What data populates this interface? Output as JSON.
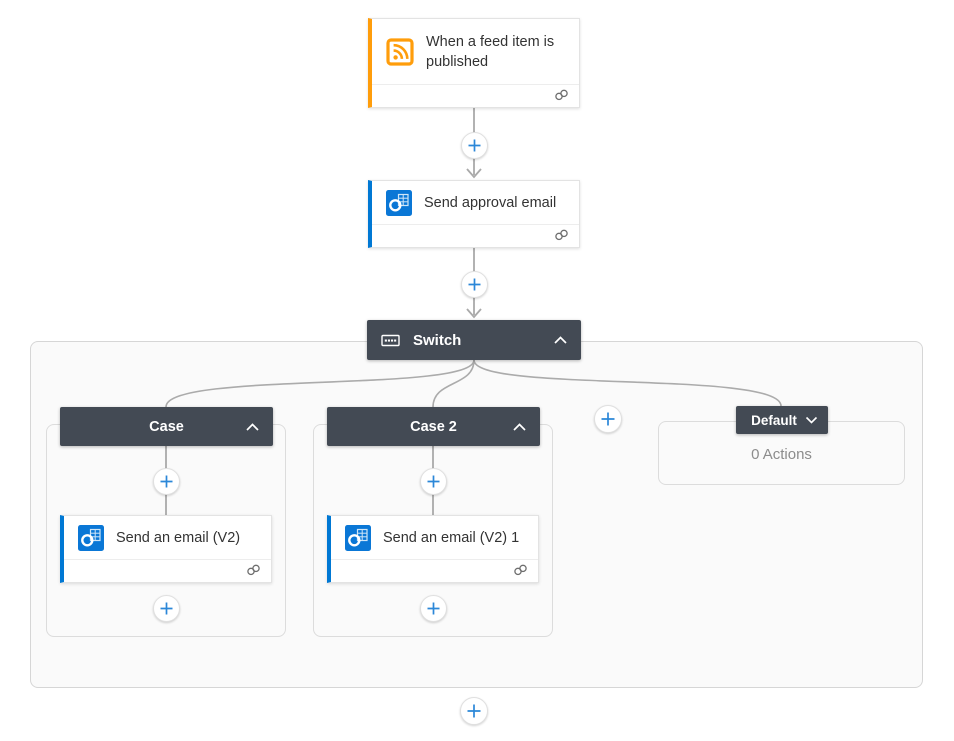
{
  "flow": {
    "trigger": {
      "title": "When a feed item is published"
    },
    "approval_action": {
      "title": "Send approval email"
    },
    "switch": {
      "label": "Switch",
      "cases": [
        {
          "label": "Case",
          "action": {
            "title": "Send an email (V2)"
          }
        },
        {
          "label": "Case 2",
          "action": {
            "title": "Send an email (V2) 1"
          }
        }
      ],
      "default_branch": {
        "label": "Default",
        "empty_text": "0 Actions"
      }
    }
  },
  "icons": {
    "trigger": "rss-icon",
    "email_action": "outlook-icon",
    "switch_header": "switch-keys-icon",
    "expanded": "chevron-up-icon",
    "collapsed": "chevron-down-icon",
    "connection": "link-icon",
    "insert": "plus-icon"
  },
  "colors": {
    "trigger_accent": "#FF9D0B",
    "action_accent": "#0078D4",
    "scope_header_bg": "#434A54",
    "plus_blue": "#2B87D8",
    "connector": "#A9A9A9",
    "muted_text": "#8C8C8C"
  }
}
